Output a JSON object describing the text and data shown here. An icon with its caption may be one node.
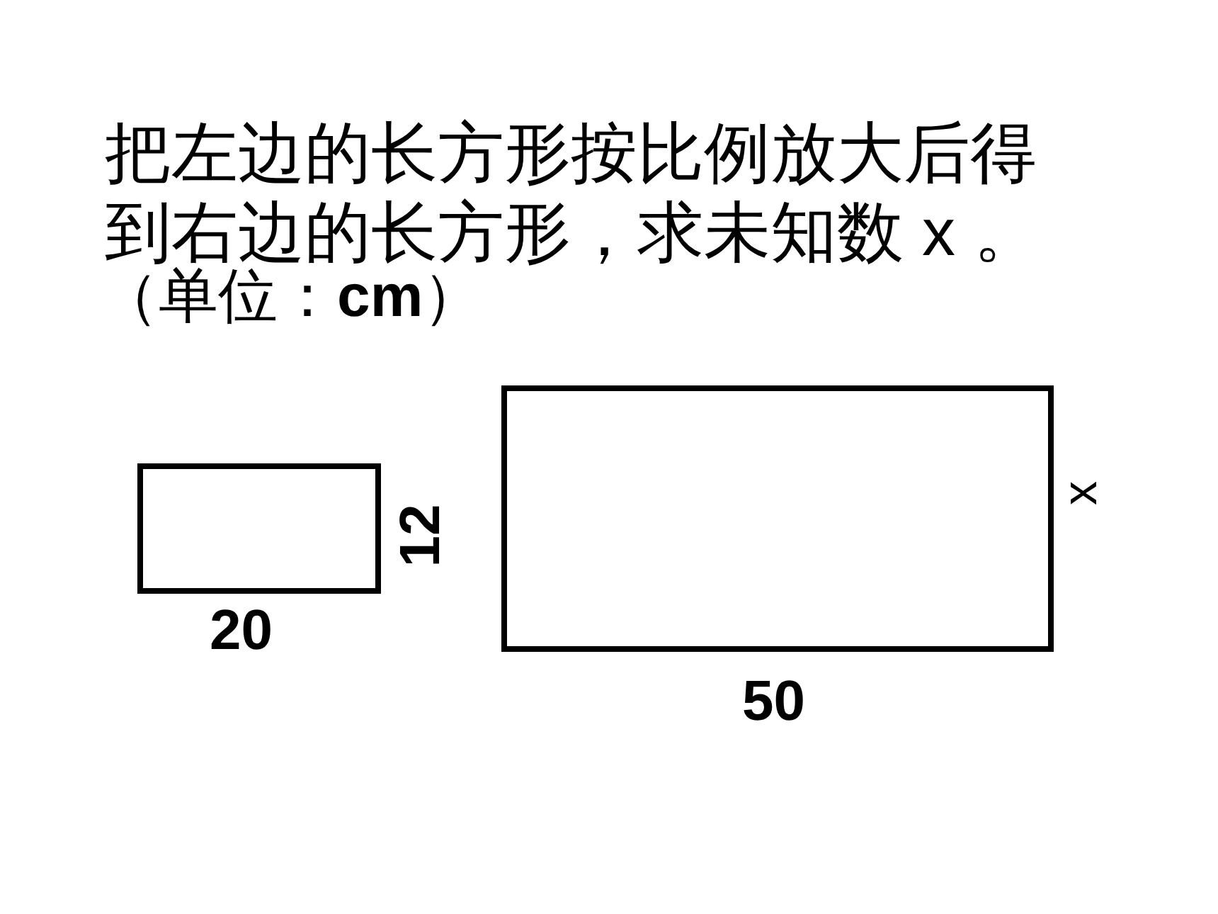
{
  "diagram": {
    "title": "把左边的长方形按比例放大后得到右边的长方形，求未知数 x 。",
    "nodes": [
      {
        "text": [],
        "shape": "box"
      },
      {
        "text": [],
        "shape": "box"
      }
    ],
    "labels": [
      "（单位：**cm**）",
      "20",
      "12",
      "x",
      "50"
    ]
  }
}
